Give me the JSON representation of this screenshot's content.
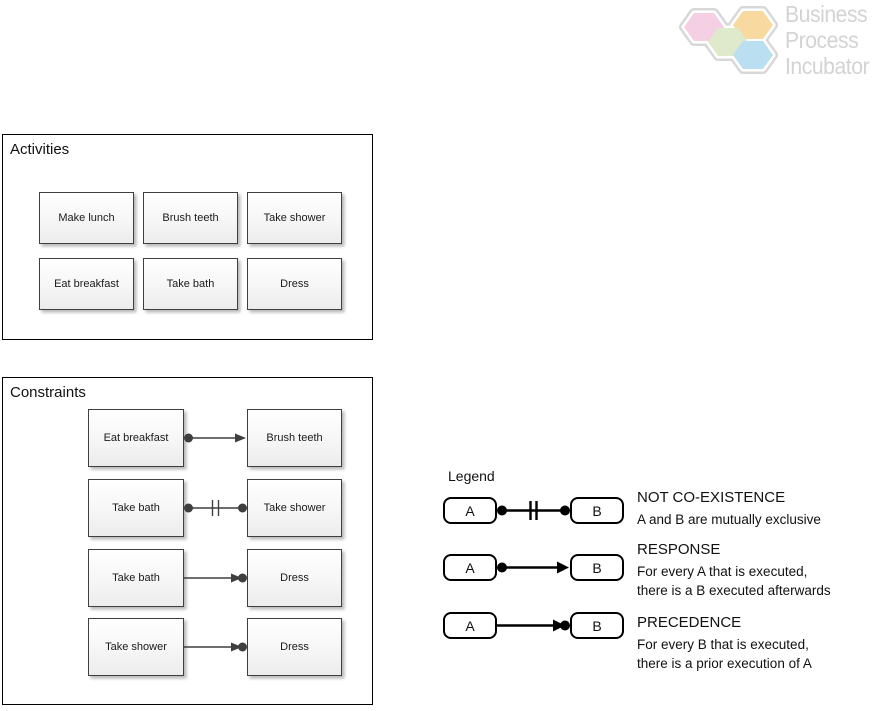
{
  "logo": {
    "lines": [
      "Business",
      "Process",
      "Incubator"
    ],
    "text_color": "#d3d3d3",
    "outline_color": "#d8d8d8",
    "hexagons": [
      {
        "name": "pink-hexagon",
        "color": "#f5cfe3"
      },
      {
        "name": "orange-hexagon",
        "color": "#f8d9a0"
      },
      {
        "name": "green-hexagon",
        "color": "#dfe9cb"
      },
      {
        "name": "blue-hexagon",
        "color": "#badff1"
      }
    ]
  },
  "activities_panel": {
    "title": "Activities",
    "items": [
      "Make lunch",
      "Brush teeth",
      "Take shower",
      "Eat breakfast",
      "Take bath",
      "Dress"
    ]
  },
  "constraints_panel": {
    "title": "Constraints",
    "rows": [
      {
        "source": "Eat breakfast",
        "target": "Brush teeth",
        "type": "response"
      },
      {
        "source": "Take bath",
        "target": "Take shower",
        "type": "not-coexistence"
      },
      {
        "source": "Take bath",
        "target": "Dress",
        "type": "precedence"
      },
      {
        "source": "Take shower",
        "target": "Dress",
        "type": "precedence"
      }
    ]
  },
  "legend": {
    "title": "Legend",
    "entries": [
      {
        "source": "A",
        "target": "B",
        "type": "not-coexistence",
        "name": "NOT CO-EXISTENCE",
        "description": [
          "A and B are mutually exclusive"
        ]
      },
      {
        "source": "A",
        "target": "B",
        "type": "response",
        "name": "RESPONSE",
        "description": [
          "For every A that is executed,",
          "there is a B executed afterwards"
        ]
      },
      {
        "source": "A",
        "target": "B",
        "type": "precedence",
        "name": "PRECEDENCE",
        "description": [
          "For every B that is executed,",
          "there is a prior execution of A"
        ]
      }
    ]
  },
  "colors": {
    "connector": "#3f3f3f",
    "panel_border": "#000000",
    "box_border": "#3f3f3f"
  }
}
